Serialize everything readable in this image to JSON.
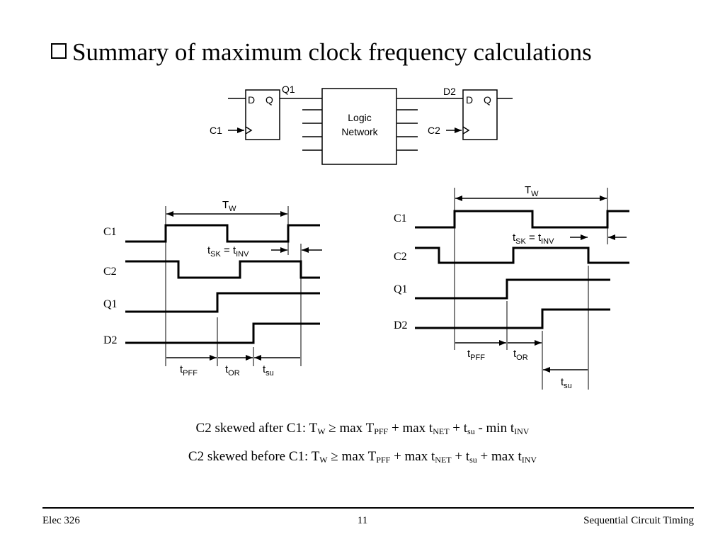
{
  "slide": {
    "title": "Summary of maximum clock frequency calculations"
  },
  "circuit": {
    "ff1": {
      "d": "D",
      "q": "Q"
    },
    "ff2": {
      "d": "D",
      "q": "Q"
    },
    "logic_line1": "Logic",
    "logic_line2": "Network",
    "q1": "Q1",
    "d2": "D2",
    "c1": "C1",
    "c2": "C2"
  },
  "left_timing": {
    "signals": [
      "C1",
      "C2",
      "Q1",
      "D2"
    ],
    "tw": {
      "main": "T",
      "sub": "W"
    },
    "tsk": {
      "t1": "t",
      "s1": "SK",
      "eq": " = t",
      "s2": "INV"
    },
    "tpff": {
      "main": "t",
      "sub": "PFF"
    },
    "tor": {
      "main": "t",
      "sub": "OR"
    },
    "tsu": {
      "main": "t",
      "sub": "su"
    }
  },
  "right_timing": {
    "signals": [
      "C1",
      "C2",
      "Q1",
      "D2"
    ],
    "tw": {
      "main": "T",
      "sub": "W"
    },
    "tsk": {
      "t1": "t",
      "s1": "SK",
      "eq": " = t",
      "s2": "INV"
    },
    "tpff": {
      "main": "t",
      "sub": "PFF"
    },
    "tor": {
      "main": "t",
      "sub": "OR"
    },
    "tsu": {
      "main": "t",
      "sub": "su"
    }
  },
  "formulas": [
    {
      "a": "C2 skewed after C1: T",
      "a_sub": "W",
      "b": " ≥ max T",
      "b_sub": "PFF",
      "c": " + max t",
      "c_sub": "NET",
      "d": " + t",
      "d_sub": "su",
      "e": " - min t",
      "e_sub": "INV"
    },
    {
      "a": "C2 skewed before C1: T",
      "a_sub": "W",
      "b": " ≥ max T",
      "b_sub": "PFF",
      "c": " + max t",
      "c_sub": "NET",
      "d": " + t",
      "d_sub": "su",
      "e": " + max t",
      "e_sub": "INV"
    }
  ],
  "footer": {
    "course": "Elec 326",
    "page": "11",
    "topic": "Sequential Circuit Timing"
  }
}
